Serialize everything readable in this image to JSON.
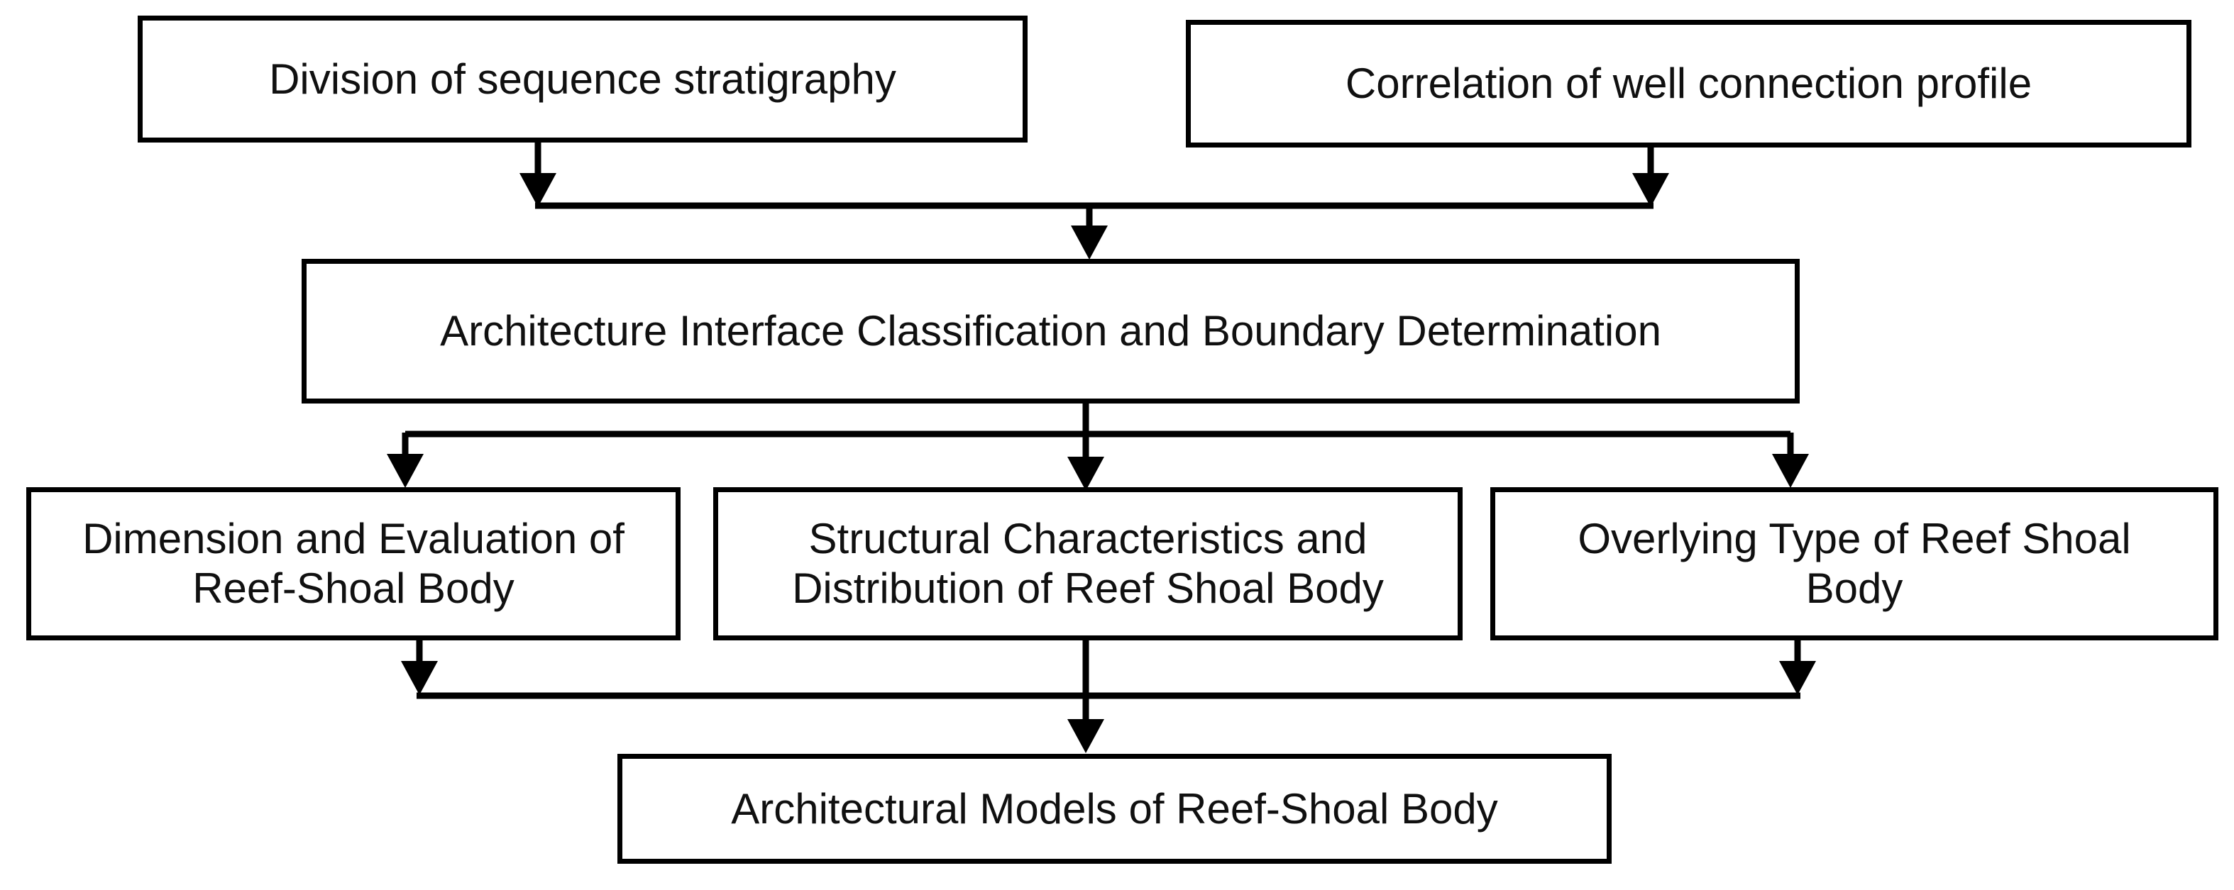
{
  "colors": {
    "background": "#ffffff",
    "line": "#000000",
    "text": "#101010"
  },
  "boxes": {
    "division": {
      "label": "Division of sequence stratigraphy"
    },
    "correlation": {
      "label": "Correlation of well connection profile"
    },
    "architecture": {
      "label": "Architecture Interface Classification and Boundary Determination"
    },
    "dimension": {
      "label": "Dimension and Evaluation of\nReef-Shoal Body"
    },
    "structural": {
      "label": "Structural Characteristics and\nDistribution of Reef Shoal Body"
    },
    "overlying": {
      "label": "Overlying Type of Reef Shoal\nBody"
    },
    "models": {
      "label": "Architectural Models of Reef-Shoal Body"
    }
  }
}
